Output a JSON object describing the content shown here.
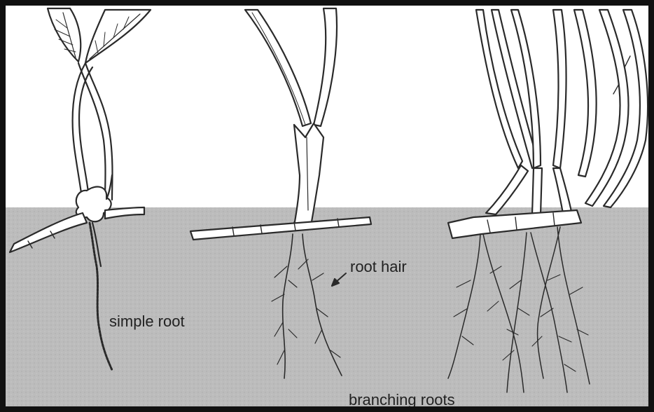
{
  "labels": {
    "simple_root": "simple root",
    "root_hair": "root hair",
    "branching_roots": "branching roots"
  },
  "colors": {
    "soil": "#bdbdbd",
    "sky": "#ffffff",
    "outline": "#2a2a2a",
    "frame": "#111111"
  }
}
